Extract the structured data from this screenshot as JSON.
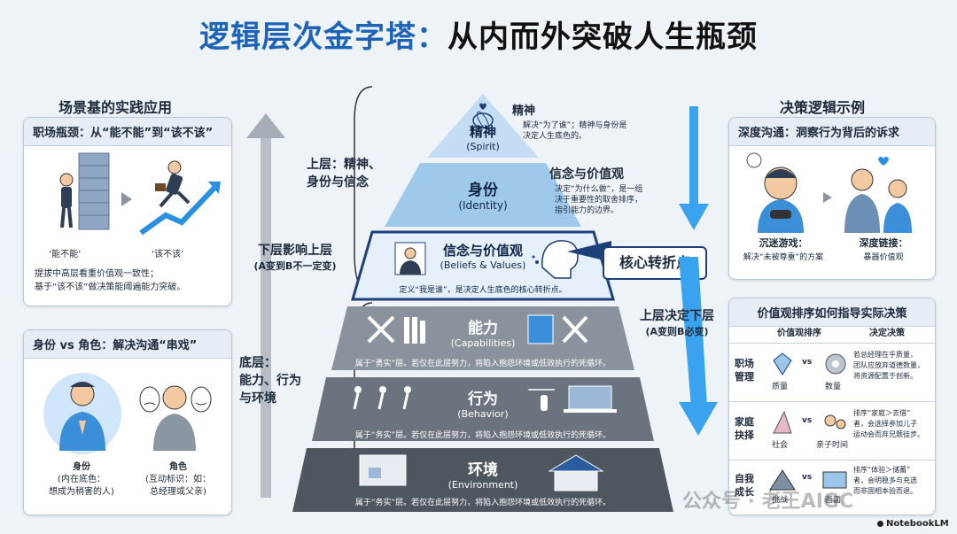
{
  "title": {
    "part1": "逻辑层次金字塔：",
    "part2": "从内而外突破人生瓶颈"
  },
  "left": {
    "section_title": "场景基的实践应用",
    "card1": {
      "head": "职场瓶颈：从“能不能”到“该不该”",
      "label_a": "‘能不能’",
      "label_b": "‘该不该’",
      "desc_line1": "提拔中高层看重价值观一致性；",
      "desc_line2": "基于“该不该”做决策能阈遍能力突破。"
    },
    "card2": {
      "head": "身份 vs 角色：解决沟通“串戏”",
      "identity_title": "身份",
      "identity_sub1": "(内在底色：",
      "identity_sub2": "想成为稍害的人)",
      "role_title": "角色",
      "role_sub1": "(互动标识：如：",
      "role_sub2": "总经理或父亲)"
    }
  },
  "middle_labels": {
    "upper_1": "上层：精神、",
    "upper_2": "身份与信念",
    "lower_affect_1": "下层影响上层",
    "lower_affect_2": "(A变到B不一定变)",
    "bottom_1": "底层：",
    "bottom_2": "能力、行为",
    "bottom_3": "与环境",
    "upper_decide_1": "上层决定下层",
    "upper_decide_2": "(A变则B必变)",
    "core_turn": "核心转折点"
  },
  "pyramid": {
    "spirit": {
      "cn": "精神",
      "en": "(Spirit)",
      "side_title": "精神",
      "side_desc1": "解决“为了谁”；精神与身份是",
      "side_desc2": "决定人生底色的。"
    },
    "identity": {
      "cn": "身份",
      "en": "(Identity)",
      "side_title": "信念与价值观",
      "side_desc1": "决定“为什么做”，是一组",
      "side_desc2": "决于重要性的取舍排序，",
      "side_desc3": "指引能力的边界。"
    },
    "beliefs": {
      "cn": "信念与价值观",
      "en": "(Beliefs & Values)",
      "desc": "定义“我是谁”，是决定人生底色的核心转折点。"
    },
    "capabilities": {
      "cn": "能力",
      "en": "(Capabilities)",
      "desc": "属于“勇实”层。若仅在此层努力，将陷入抱怨环境或低效执行的死循环。"
    },
    "behavior": {
      "cn": "行为",
      "en": "(Behavior)",
      "desc": "属于“务实”层。若仅在此层努力，将陷入抱怨环境或低效执行的死循环。"
    },
    "environment": {
      "cn": "环境",
      "en": "(Environment)",
      "desc": "属于“务实”层。若仅在此层努力，将陷入抱怨环境或低效执行的死循环。"
    }
  },
  "right": {
    "section_title": "决策逻辑示例",
    "card1": {
      "head": "深度沟通：洞察行为背后的诉求",
      "left_title": "沉迷游戏：",
      "left_desc": "解决“未被尊重”的方案",
      "right_title": "深度链接：",
      "right_desc": "暴器价值观"
    },
    "card2": {
      "head": "价值观排序如何指导实际决策",
      "col1": "价值观排序",
      "col2": "决定决策",
      "rows": [
        {
          "name1": "职场",
          "name2": "管理",
          "a": "质量",
          "b": "数量",
          "vs": "vs",
          "desc1": "若总经理在乎质量，",
          "desc2": "团队应放弃道德数量，",
          "desc3": "将资源配置于创新。"
        },
        {
          "name1": "家庭",
          "name2": "抉择",
          "a": "社会",
          "b": "亲子时间",
          "vs": "vs",
          "desc1": "排序“家庭＞去借”",
          "desc2": "者，会选择参加儿子",
          "desc3": "运动会而弃兄题徒步。"
        },
        {
          "name1": "自我",
          "name2": "成长",
          "a": "挑战",
          "b": "画面",
          "vs": "vs",
          "desc1": "排序“体验＞储蓄”",
          "desc2": "者，会明稳多与充选",
          "desc3": "而非固相本验而退。"
        }
      ]
    }
  },
  "watermark": "公众号 · 老王AIGC",
  "brand": "NotebookLM",
  "colors": {
    "title_blue": "#1d63b8",
    "pyramid_top": "#9cc6e6",
    "pyramid_mid": "#b3d4ee",
    "pyramid_gray": "#7d8792",
    "pyramid_dark": "#4e5660",
    "accent_blue": "#2a8fe0"
  }
}
